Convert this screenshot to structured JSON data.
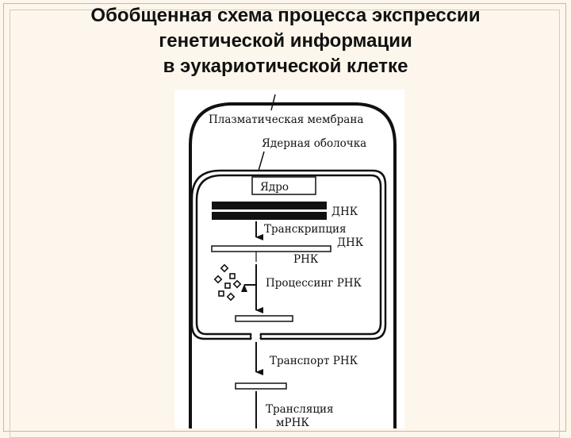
{
  "slide": {
    "title_lines": [
      "Обобщенная схема процесса экспрессии",
      "генетической информации",
      "в эукариотической клетке"
    ]
  },
  "diagram": {
    "labels": {
      "plasma_membrane": "Плазматическая мембрана",
      "nuclear_envelope": "Ядерная оболочка",
      "nucleus": "Ядро",
      "dna": "ДНК",
      "transcription": "Транскрипция",
      "transcription_dna": "ДНК",
      "rna": "РНК",
      "rna_processing": "Процессинг РНК",
      "transport": "Транспорт РНК",
      "translation": "Трансляция",
      "mrna": "мРНК"
    }
  }
}
